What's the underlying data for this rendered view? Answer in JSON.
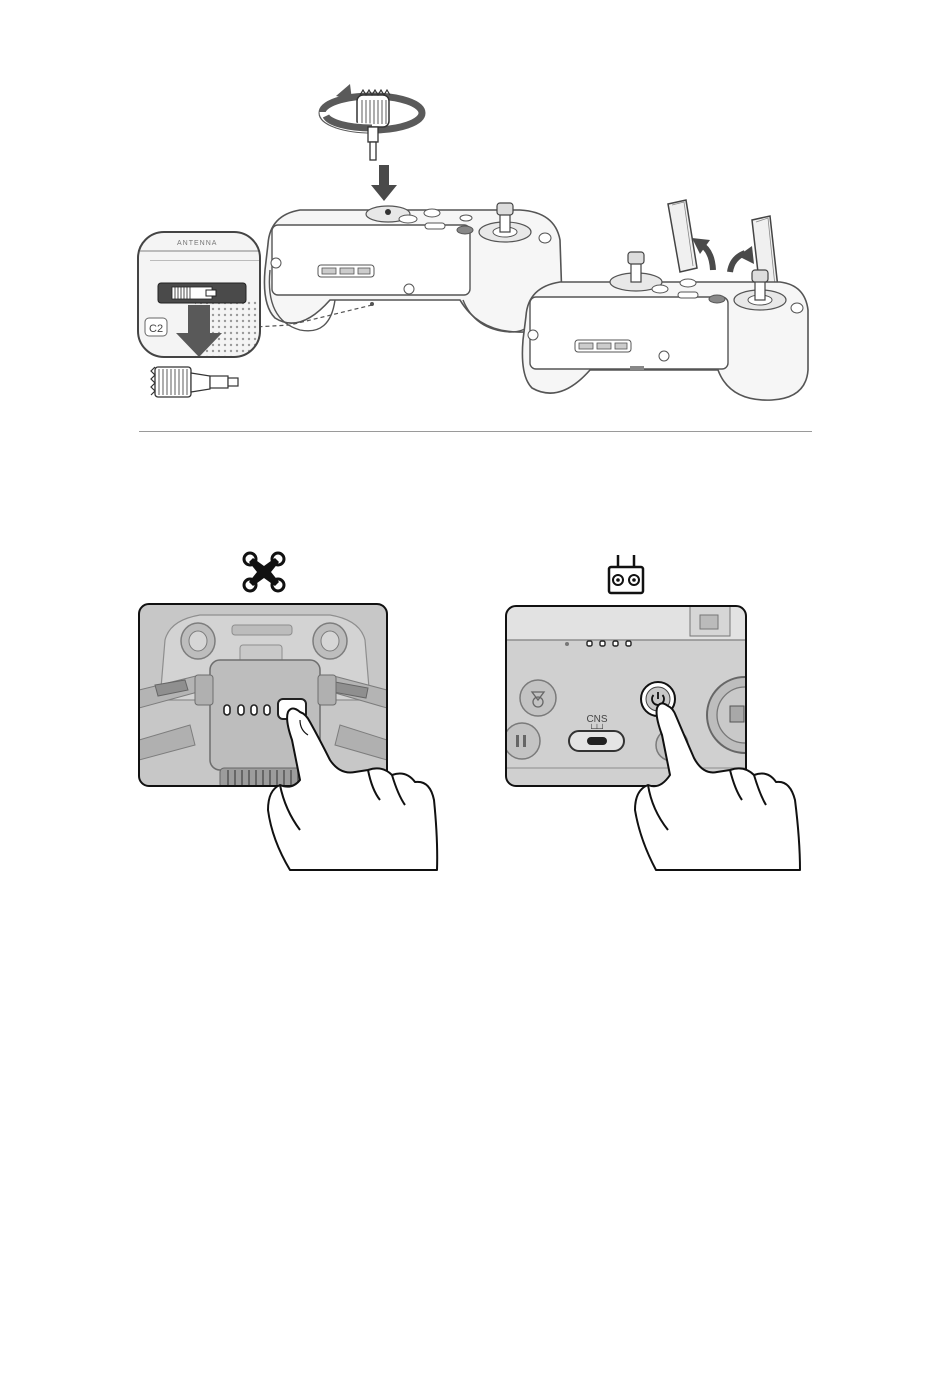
{
  "figure_top": {
    "zoom_port_label": "C2",
    "antenna_label": "ANTENNA"
  },
  "figure_bottom": {
    "aircraft_icon": "drone-icon",
    "remote_icon": "remote-controller-icon",
    "mode_switch_label": "CNS",
    "mode_switch_sublabel": "└┴┘"
  }
}
